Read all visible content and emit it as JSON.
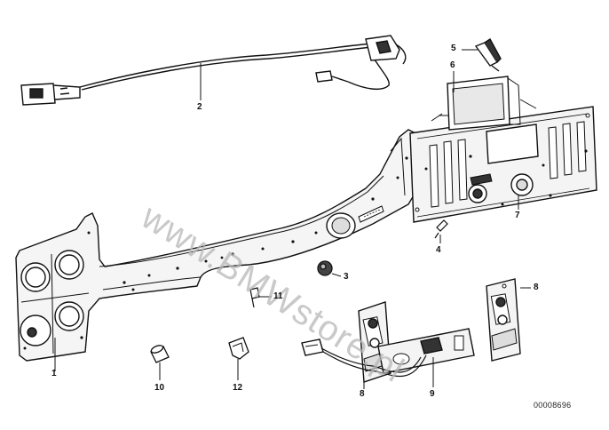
{
  "diagram": {
    "diagram_id": "00008696",
    "watermark": "www.BMWstore.pl",
    "callouts": [
      {
        "id": "callout-1",
        "label": "1"
      },
      {
        "id": "callout-2",
        "label": "2"
      },
      {
        "id": "callout-3",
        "label": "3"
      },
      {
        "id": "callout-4",
        "label": "4"
      },
      {
        "id": "callout-5",
        "label": "5"
      },
      {
        "id": "callout-6",
        "label": "6"
      },
      {
        "id": "callout-7",
        "label": "7"
      },
      {
        "id": "callout-8a",
        "label": "8"
      },
      {
        "id": "callout-8b",
        "label": "8"
      },
      {
        "id": "callout-9",
        "label": "9"
      },
      {
        "id": "callout-10",
        "label": "10"
      },
      {
        "id": "callout-11",
        "label": "11"
      },
      {
        "id": "callout-12",
        "label": "12"
      }
    ]
  }
}
